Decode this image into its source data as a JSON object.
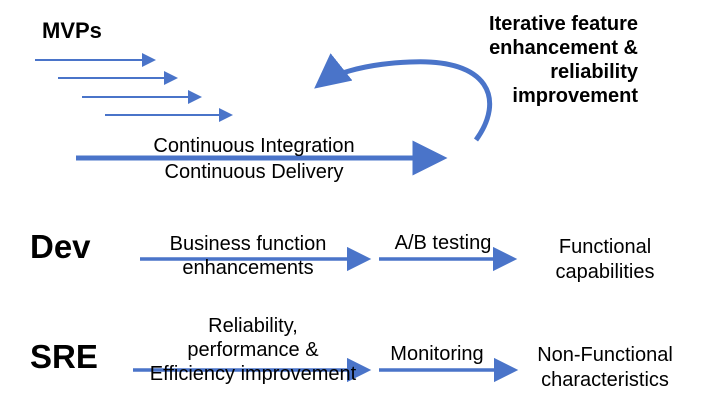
{
  "colors": {
    "arrow": "#4a74c9",
    "text": "#000000",
    "background": "#ffffff"
  },
  "top": {
    "mvps_label": "MVPs",
    "iteration_lines": [
      "Iterative feature",
      "enhancement &",
      "reliability",
      "improvement"
    ],
    "pipeline_lines": [
      "Continuous Integration",
      "Continuous Delivery"
    ]
  },
  "dev": {
    "label": "Dev",
    "step1_lines": [
      "Business function",
      "enhancements"
    ],
    "step2": "A/B testing",
    "result_lines": [
      "Functional",
      "capabilities"
    ]
  },
  "sre": {
    "label": "SRE",
    "step1_lines": [
      "Reliability,",
      "performance &",
      "Efficiency improvement"
    ],
    "step2": "Monitoring",
    "result_lines": [
      "Non-Functional",
      "characteristics"
    ]
  }
}
